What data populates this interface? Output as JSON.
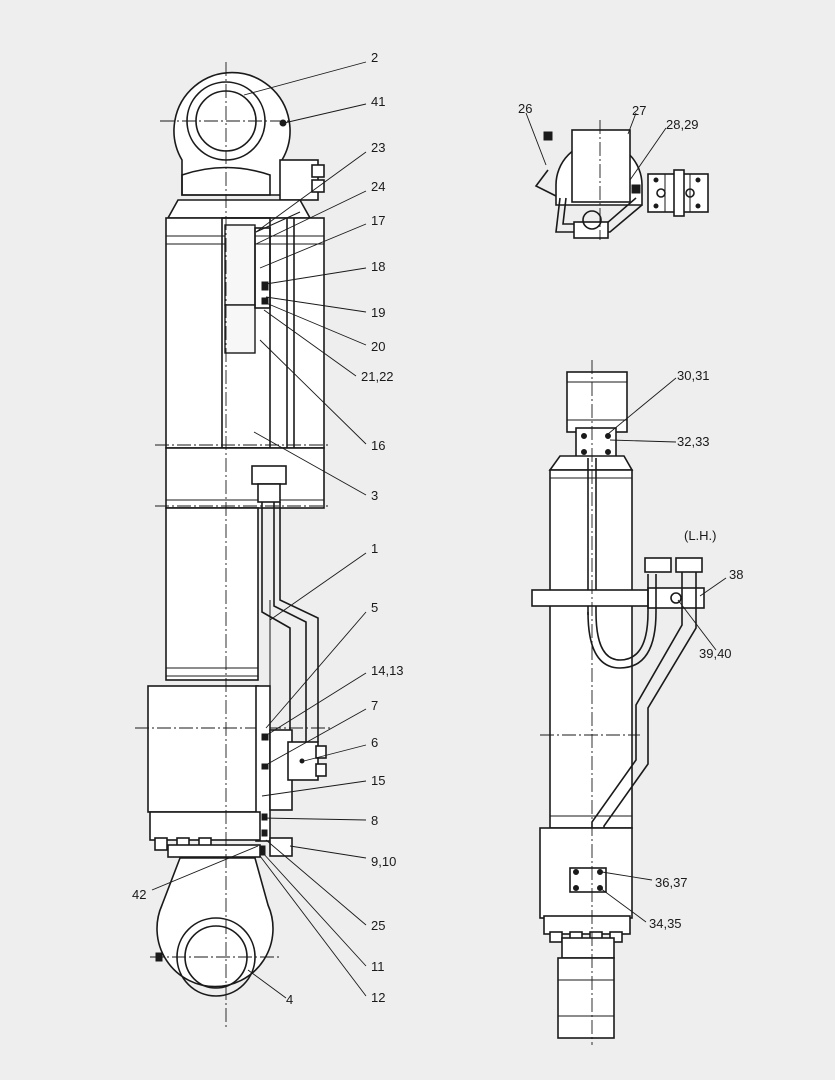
{
  "callouts": [
    {
      "label": "2"
    },
    {
      "label": "41"
    },
    {
      "label": "23"
    },
    {
      "label": "24"
    },
    {
      "label": "17"
    },
    {
      "label": "18"
    },
    {
      "label": "19"
    },
    {
      "label": "20"
    },
    {
      "label": "21,22"
    },
    {
      "label": "16"
    },
    {
      "label": "3"
    },
    {
      "label": "1"
    },
    {
      "label": "5"
    },
    {
      "label": "14,13"
    },
    {
      "label": "7"
    },
    {
      "label": "6"
    },
    {
      "label": "15"
    },
    {
      "label": "8"
    },
    {
      "label": "9,10"
    },
    {
      "label": "42"
    },
    {
      "label": "25"
    },
    {
      "label": "11"
    },
    {
      "label": "12"
    },
    {
      "label": "4"
    },
    {
      "label": "26"
    },
    {
      "label": "27"
    },
    {
      "label": "28,29"
    },
    {
      "label": "30,31"
    },
    {
      "label": "32,33"
    },
    {
      "label": "(L.H.)"
    },
    {
      "label": "38"
    },
    {
      "label": "39,40"
    },
    {
      "label": "36,37"
    },
    {
      "label": "34,35"
    }
  ]
}
